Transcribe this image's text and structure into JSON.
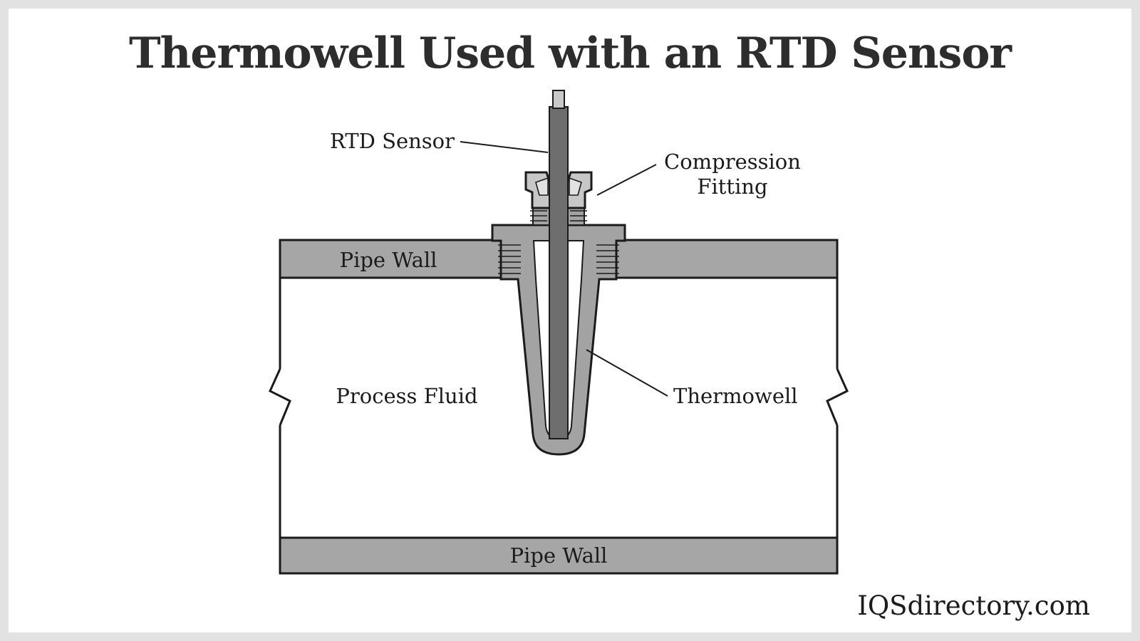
{
  "title": "Thermowell Used with an RTD Sensor",
  "watermark": "IQSdirectory.com",
  "labels": {
    "rtd_sensor": "RTD Sensor",
    "compression_fitting_line1": "Compression",
    "compression_fitting_line2": "Fitting",
    "pipe_wall_top": "Pipe Wall",
    "process_fluid": "Process Fluid",
    "thermowell": "Thermowell",
    "pipe_wall_bottom": "Pipe Wall"
  },
  "colors": {
    "pipe_wall": "#a6a6a6",
    "thermowell_body": "#a3a3a3",
    "fitting": "#c7c7c7",
    "ferrule": "#e2e2e2",
    "sensor_rod": "#6e6e6e",
    "sensor_tip": "#c9c9c9",
    "outline": "#1b1b1b"
  }
}
